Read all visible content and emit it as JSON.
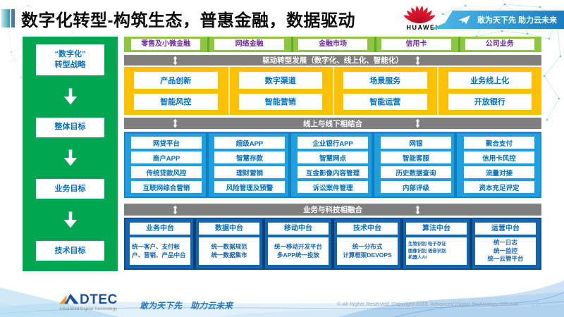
{
  "slide": {
    "title": "数字化转型-构筑生态，普惠金融，数据驱动",
    "brand": {
      "huawei": "HUAWEI",
      "ribbon_slogan": "敢为天下先 助力云未来"
    }
  },
  "sidebar": {
    "items": [
      {
        "label": "“数字化”\n转型战略"
      },
      {
        "label": "整体目标"
      },
      {
        "label": "业务目标"
      },
      {
        "label": "技术目标"
      }
    ]
  },
  "flow": {
    "business_lines": [
      "零售及小微金融",
      "网络金融",
      "金融市场",
      "信用卡",
      "公司业务"
    ],
    "bars": [
      "驱动转型发展（数字化、线上化、智能化）",
      "线上与线下相结合",
      "业务与科技相融合"
    ],
    "capability_rows": [
      [
        "产品创新",
        "数字渠道",
        "场景服务",
        "业务线上化"
      ],
      [
        "智能风控",
        "智能营销",
        "智能运营",
        "开放银行"
      ]
    ],
    "platform_rows": [
      [
        "网贷平台",
        "超级APP",
        "企业银行APP",
        "网银",
        "聚合支付"
      ],
      [
        "商户APP",
        "智慧存款",
        "智慧网点",
        "智能客服",
        "信用卡风控"
      ],
      [
        "传统贷款风控",
        "理财营销",
        "互金影像内容管理",
        "历史数据查询",
        "流量对接"
      ],
      [
        "互联网综合营销",
        "风险管理及预警",
        "诉讼案件管理",
        "内部评级",
        "资本充足评定"
      ]
    ],
    "middle_platforms": [
      {
        "title": "业务中台",
        "desc": "统一客户、支付帐户、营销、产品中台"
      },
      {
        "title": "数据中台",
        "desc": "统一数据规范\n统一数据集市"
      },
      {
        "title": "移动中台",
        "desc": "统一移动开发平台\n多APP统一投放"
      },
      {
        "title": "技术中台",
        "desc": "统一分布式\n计算框架DEVOPS"
      },
      {
        "title": "算法中台",
        "desc": "生物识别 电子存证\n图像识别 语音识别\n机器人AI"
      },
      {
        "title": "运营中台",
        "desc": "统一日志\n统一监控\n统一云管平台"
      }
    ]
  },
  "footer": {
    "logo_text": "DTEC",
    "logo_subtext": "Advanced Digital Technology",
    "slogan": "敢为天下先　助力云未来",
    "copyright": "© All Rights Reserved. Copyright 2019. Advanced Digital Technology CO.,Ltd",
    "page_number": "10"
  },
  "colors": {
    "panel_green": "#00A651",
    "band_green": "#8DC63F",
    "bar_gray": "#7F7F7F",
    "section_yellow": "#FFC000",
    "section_blue_light": "#1E9FE0",
    "section_blue_dark": "#1565AE",
    "button_text_blue": "#0070C0",
    "button_text_purple": "#7030A0",
    "huawei_red": "#CE0E2D",
    "ribbon_blue": "#2D9FD8"
  }
}
